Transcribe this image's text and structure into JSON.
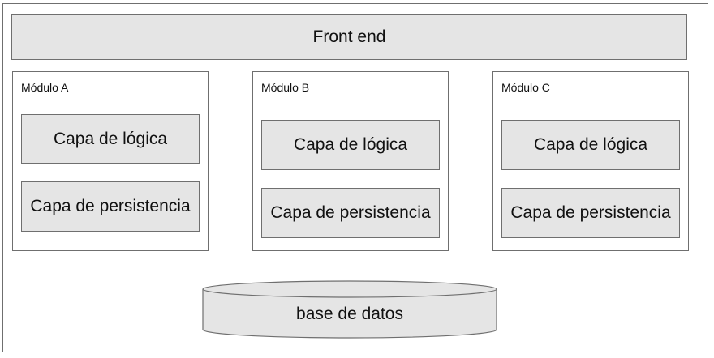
{
  "frontend": {
    "label": "Front end"
  },
  "modules": [
    {
      "title": "Módulo A",
      "logic": "Capa de lógica",
      "persistence": "Capa de persistencia"
    },
    {
      "title": "Módulo B",
      "logic": "Capa de lógica",
      "persistence": "Capa de persistencia"
    },
    {
      "title": "Módulo C",
      "logic": "Capa de lógica",
      "persistence": "Capa de persistencia"
    }
  ],
  "database": {
    "label": "base de datos"
  },
  "colors": {
    "box_fill": "#e5e5e5",
    "border": "#6f6f6f",
    "text": "#111111"
  }
}
